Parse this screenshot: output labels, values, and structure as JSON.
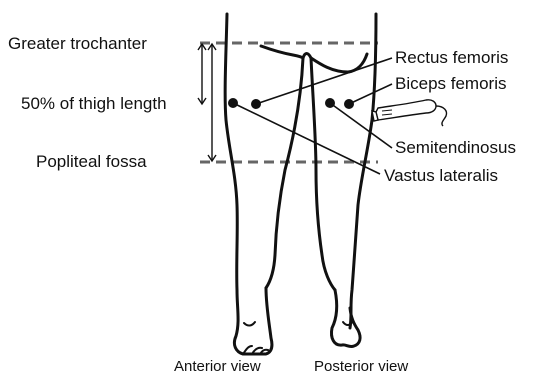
{
  "landmarks": {
    "greater_trochanter": "Greater trochanter",
    "thigh_midpoint": "50% of thigh length",
    "popliteal_fossa": "Popliteal fossa"
  },
  "muscles": {
    "rectus_femoris": "Rectus femoris",
    "biceps_femoris": "Biceps femoris",
    "semitendinosus": "Semitendinosus",
    "vastus_lateralis": "Vastus lateralis"
  },
  "views": {
    "anterior": "Anterior view",
    "posterior": "Posterior view"
  },
  "icons": {
    "ultrasound_probe": "ultrasound-probe-icon"
  }
}
